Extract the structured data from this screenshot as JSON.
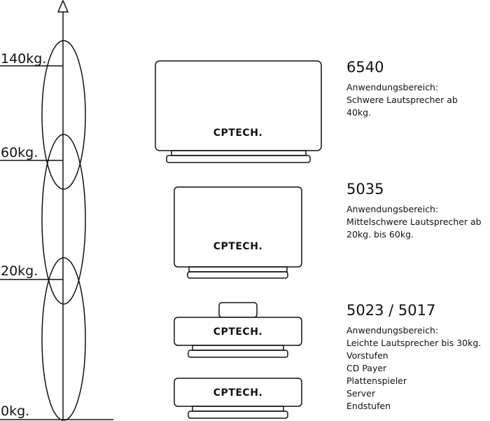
{
  "scale": {
    "labels": [
      "140kg.",
      "60kg.",
      "20kg.",
      "0kg."
    ]
  },
  "brand": "CPTECH.",
  "products": [
    {
      "model": "6540",
      "lines": [
        "Anwendungsbereich:",
        "Schwere Lautsprecher ab",
        "40kg."
      ]
    },
    {
      "model": "5035",
      "lines": [
        "Anwendungsbereich:",
        "Mittelschwere Lautsprecher ab",
        "20kg. bis 60kg."
      ]
    },
    {
      "model": "5023 / 5017",
      "lines": [
        "Anwendungsbereich:",
        "Leichte Lautsprecher bis 30kg.",
        "Vorstufen",
        "CD Payer",
        "Plattenspieler",
        "Server",
        "Endstufen"
      ]
    }
  ]
}
